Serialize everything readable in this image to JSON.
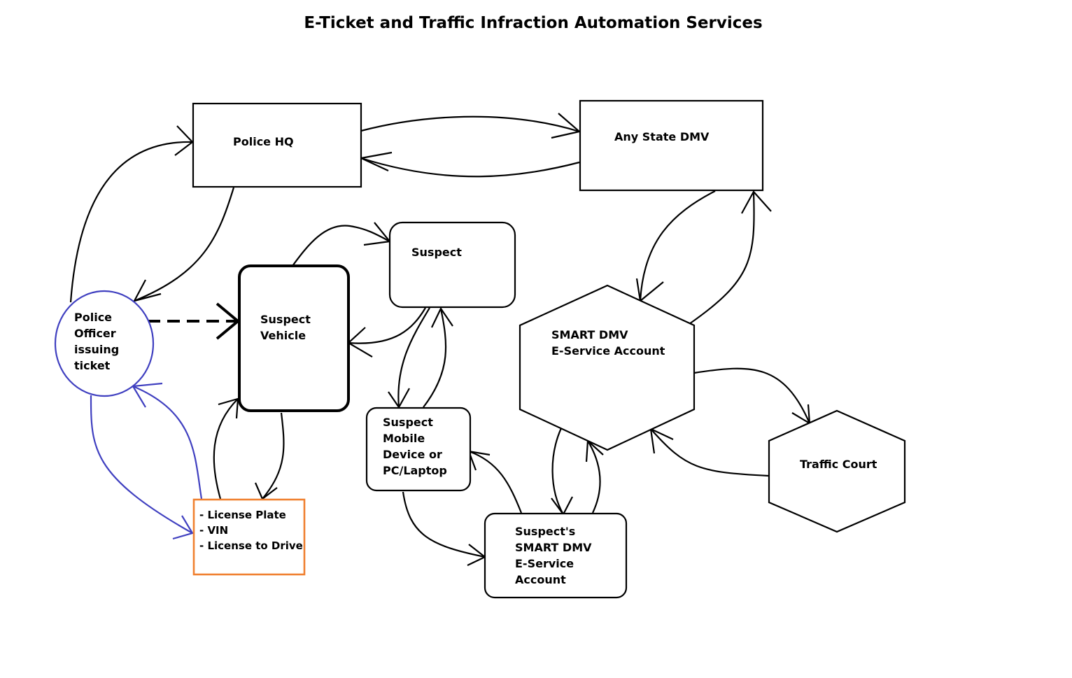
{
  "title": "E-Ticket and Traffic Infraction Automation Services",
  "colors": {
    "officer": "#4040c0",
    "vehicle_info": "#f08030",
    "default": "#000000"
  },
  "nodes": {
    "police_hq": {
      "lines": [
        "Police HQ"
      ]
    },
    "state_dmv": {
      "lines": [
        "Any State DMV"
      ]
    },
    "suspect": {
      "lines": [
        "Suspect"
      ]
    },
    "officer": {
      "lines": [
        "Police",
        "Officer",
        "issuing",
        "ticket"
      ]
    },
    "vehicle": {
      "lines": [
        "Suspect",
        "Vehicle"
      ]
    },
    "smart_dmv": {
      "lines": [
        "SMART DMV",
        "E-Service Account"
      ]
    },
    "traffic_court": {
      "lines": [
        "Traffic Court"
      ]
    },
    "device": {
      "lines": [
        "Suspect",
        "Mobile",
        "Device or",
        "PC/Laptop"
      ]
    },
    "suspect_account": {
      "lines": [
        "Suspect's",
        "SMART DMV",
        "E-Service",
        "Account"
      ]
    },
    "vehicle_info": {
      "lines": [
        "- License Plate",
        "- VIN",
        "- License to Drive"
      ]
    }
  }
}
